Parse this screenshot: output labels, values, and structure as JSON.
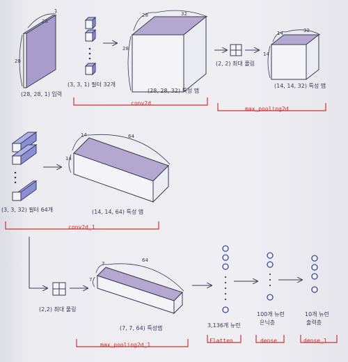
{
  "row1": {
    "input": {
      "dim_top": "28",
      "dim_left": "28",
      "dim_corner": "1",
      "caption": "(28, 28, 1) 입력"
    },
    "filter1": {
      "caption": "(3, 3, 1) 필터 32개"
    },
    "fmap1": {
      "dim_top_a": "28",
      "dim_top_b": "32",
      "dim_left": "28",
      "caption": "(28, 28, 32) 특성 맵"
    },
    "pool1": {
      "caption": "(2, 2) 최대 풀링"
    },
    "fmap1p": {
      "dim_top_a": "14",
      "dim_top_b": "32",
      "dim_left": "14",
      "caption": "(14, 14, 32) 특성 맵"
    },
    "conv2d_label": "conv2d",
    "maxpool_label": "max_pooling2d"
  },
  "row2": {
    "filter2": {
      "caption": "(3, 3, 32) 필터 64개"
    },
    "fmap2": {
      "dim_top": "64",
      "dim_left": "14",
      "caption": "(14, 14, 64) 특성 맵"
    },
    "conv2d_1_label": "conv2d_1"
  },
  "row3": {
    "pool2": {
      "caption": "(2,2) 최대 풀링"
    },
    "fmap2p": {
      "dim_top": "64",
      "dim_left": "7",
      "caption": "(7, 7, 64) 특성맵"
    },
    "flatten_caption": "3,136개 뉴런",
    "hidden_caption_a": "100개 뉴런",
    "hidden_caption_b": "은닉층",
    "output_caption_a": "10개 뉴런",
    "output_caption_b": "출력층",
    "maxpool_1_label": "max_pooling2d_1",
    "flatten_label": "Flatten",
    "dense_label": "dense",
    "dense_1_label": "dense_1"
  }
}
